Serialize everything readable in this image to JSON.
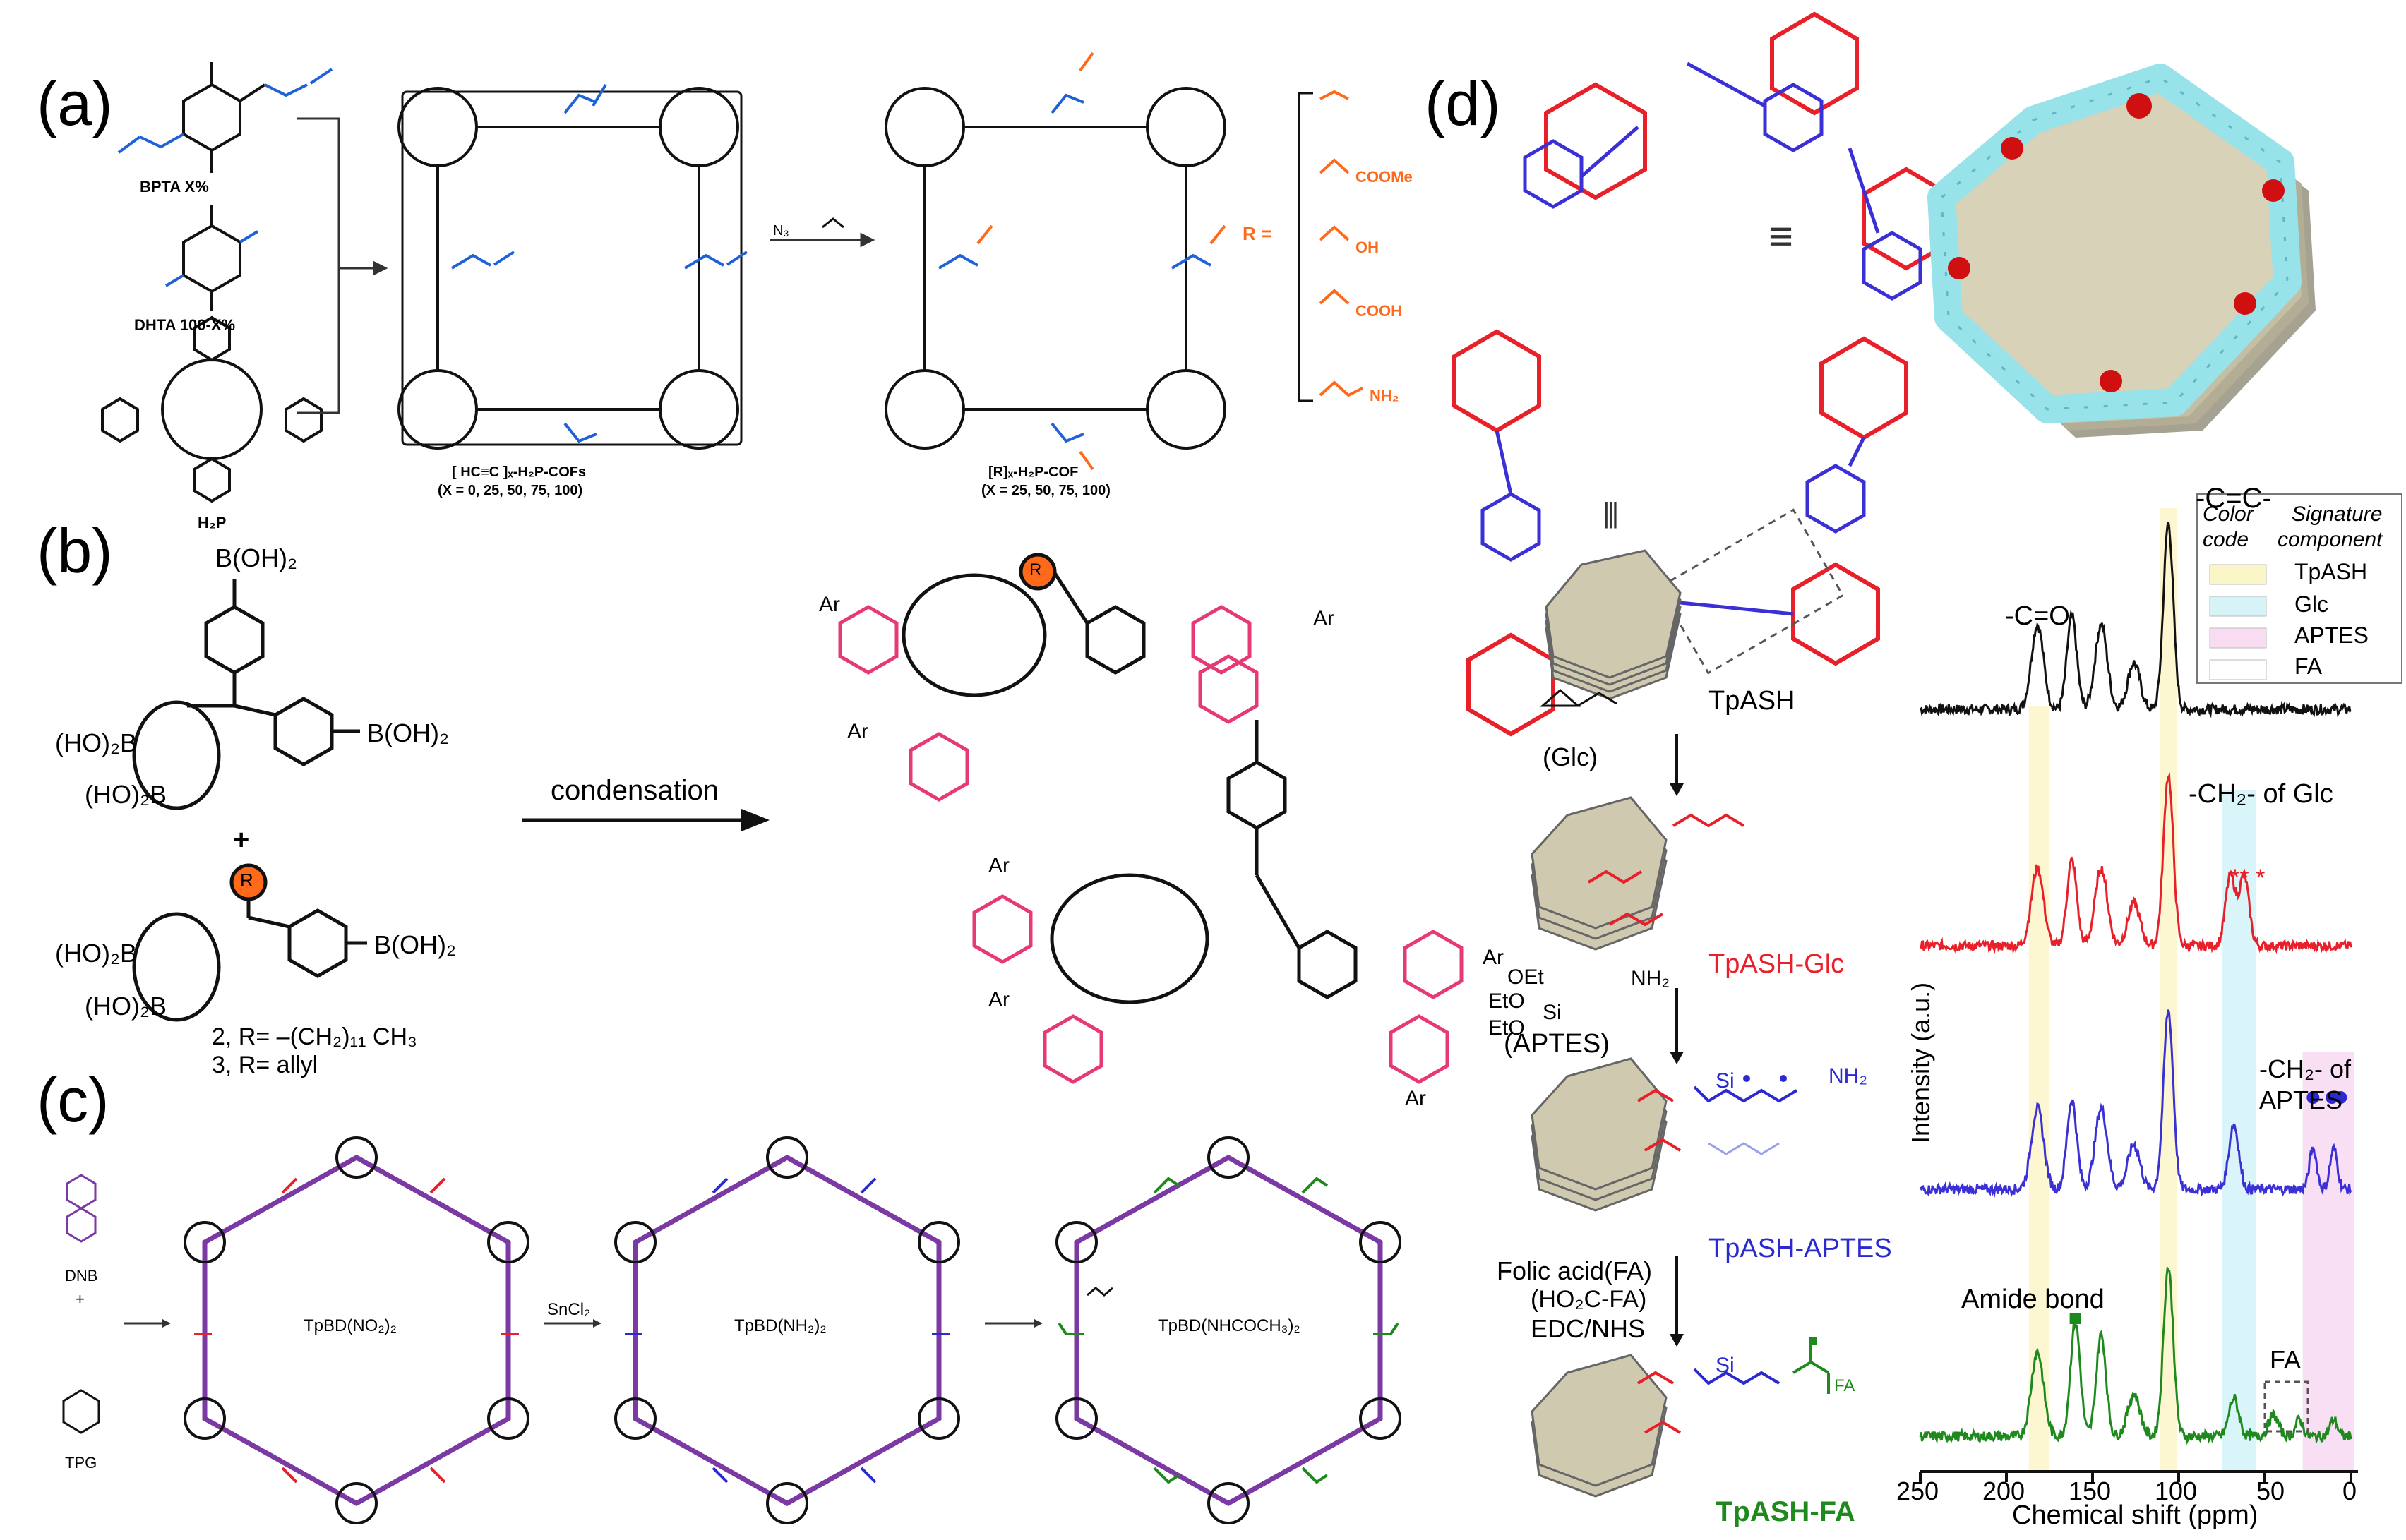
{
  "panels": {
    "a": {
      "label": "(a)",
      "reactants": [
        "BPTA X%",
        "DHTA 100-X%",
        "H₂P"
      ],
      "product1": "[ HC≡C ]ₓ-H₂P-COFs",
      "product1_sub": "(X = 0, 25, 50, 75, 100)",
      "reagent": "N₃",
      "product2": "[R]ₓ-H₂P-COF",
      "product2_sub": "(X = 25, 50, 75, 100)",
      "r_label": "R =",
      "r_groups": [
        "COOMe",
        "OH",
        "COOH",
        "NH₂"
      ]
    },
    "b": {
      "label": "(b)",
      "boronic": "B(OH)₂",
      "boronic_left": "(HO)₂B",
      "plus": "+",
      "compound2": "2, R= –(CH₂)₁₁ CH₃",
      "compound3": "3, R= allyl",
      "arrow": "condensation",
      "r": "R",
      "ar": "Ar"
    },
    "c": {
      "label": "(c)",
      "dnb": "DNB",
      "plus": "+",
      "tpg": "TPG",
      "cof1": "TpBD(NO₂)₂",
      "reagent": "SnCl₂",
      "cof2": "TpBD(NH₂)₂",
      "cof3": "TpBD(NHCOCH₃)₂"
    },
    "d": {
      "label": "(d)",
      "equiv": "≡",
      "equiv_v": "|||",
      "tpash": "TpASH",
      "glc": "(Glc)",
      "tpash_glc": "TpASH-Glc",
      "aptes_reagent_1": "OEt",
      "aptes_reagent_2": "EtO",
      "aptes_reagent_3": "Si",
      "aptes_reagent_4": "NH₂",
      "aptes": "(APTES)",
      "tpash_aptes": "TpASH-APTES",
      "fa_line1": "Folic acid(FA)",
      "fa_line2": "(HO₂C-FA)",
      "fa_line3": "EDC/NHS",
      "tpash_fa": "TpASH-FA",
      "fa_tag": "FA"
    }
  },
  "nmr": {
    "ylabel": "Intensity (a.u.)",
    "xlabel": "Chemical shift (ppm)",
    "x_ticks": [
      250,
      200,
      150,
      100,
      50,
      0
    ],
    "annotations": {
      "cc": "-C=C-",
      "co": "-C=O",
      "glc": "-CH₂- of Glc",
      "aptes1": "-CH₂- of",
      "aptes2": "APTES",
      "amide": "Amide bond",
      "fa": "FA"
    },
    "legend": {
      "h1": "Color",
      "h1b": "code",
      "h2": "Signature",
      "h2b": "component",
      "items": [
        {
          "name": "TpASH",
          "color": "#fbf6c8"
        },
        {
          "name": "Glc",
          "color": "#d6f4f8"
        },
        {
          "name": "APTES",
          "color": "#f7dcf2"
        },
        {
          "name": "FA",
          "color": "#ffffff"
        }
      ]
    },
    "series": [
      {
        "color": "#111111"
      },
      {
        "color": "#e8202a"
      },
      {
        "color": "#3b2fd6"
      },
      {
        "color": "#1e8a1e"
      }
    ]
  },
  "colors": {
    "red": "#e8202a",
    "blue": "#1f62d8",
    "purple": "#7b3aa3",
    "pink": "#e83a72",
    "orange": "#ff6a1a",
    "green": "#1e8a1e",
    "navy": "#2a2ad0"
  }
}
